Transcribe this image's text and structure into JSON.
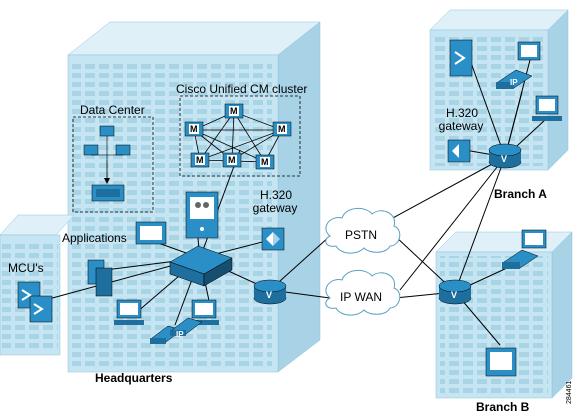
{
  "diagram": {
    "colors": {
      "building": "#c6e5f2",
      "building_dark": "#a8d2e6",
      "window": "#9dcbe0",
      "device": "#2b8fc7",
      "device_dark": "#1e6f9e",
      "line": "#000000",
      "cloud_fill": "#ffffff"
    },
    "labels": {
      "cluster": "Cisco Unified CM cluster",
      "data_center": "Data Center",
      "h320_hq_line1": "H.320",
      "h320_hq_line2": "gateway",
      "h320_branch_line1": "H.320",
      "h320_branch_line2": "gateway",
      "applications": "Applications",
      "mcus": "MCU's",
      "pstn": "PSTN",
      "ip_wan": "IP WAN",
      "headquarters": "Headquarters",
      "branch_a": "Branch A",
      "branch_b": "Branch B",
      "figure_id": "284461"
    },
    "icons": {
      "callmanager": "M",
      "router": "V",
      "ip_phone": "IP"
    }
  }
}
